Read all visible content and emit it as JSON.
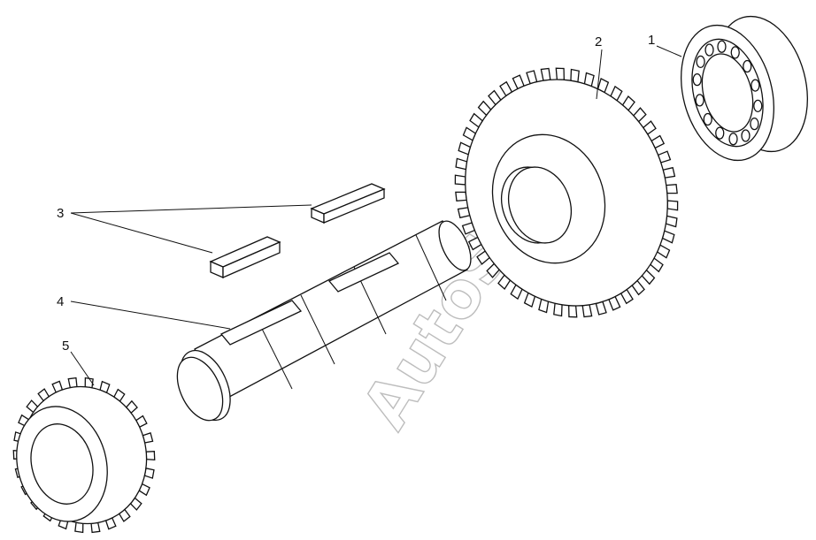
{
  "labels": {
    "bearing": "1",
    "large_gear": "2",
    "keys": "3",
    "shaft": "4",
    "small_gear": "5"
  },
  "watermark": "AutoSoft",
  "colors": {
    "ink": "#111111",
    "paper": "#ffffff",
    "watermark": "#bdbdbd"
  }
}
